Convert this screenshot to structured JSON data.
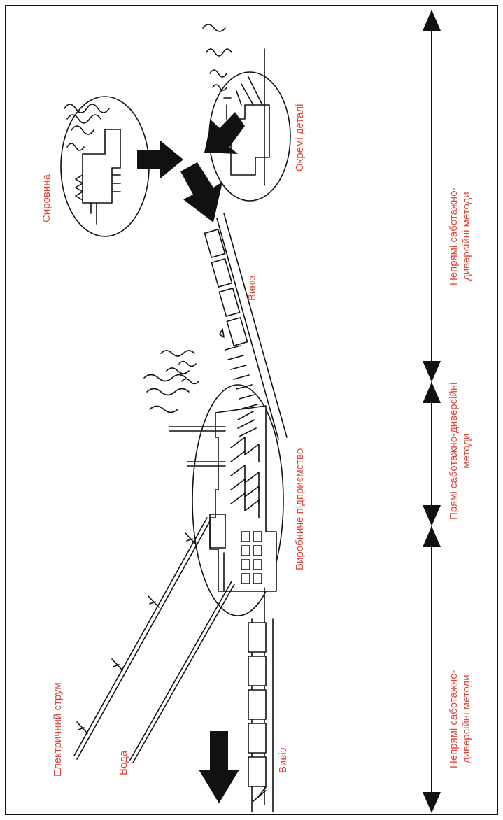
{
  "labels": {
    "raw_materials": "Сировина",
    "separate_parts": "Окремі деталі",
    "export_top": "Вивіз",
    "enterprise": "Виробниче підприємство",
    "electric_current": "Електричний струм",
    "water": "Вода",
    "export_bottom": "Вивіз",
    "indirect_methods_top": "Непрямі саботажно-\nдиверсійні методи",
    "direct_methods": "Прямі саботажно-диверсійні\nметоди",
    "indirect_methods_bottom": "Непрямі саботажно-\nдиверсійні методи"
  },
  "colors": {
    "label": "#e2443a",
    "ink": "#111111"
  }
}
